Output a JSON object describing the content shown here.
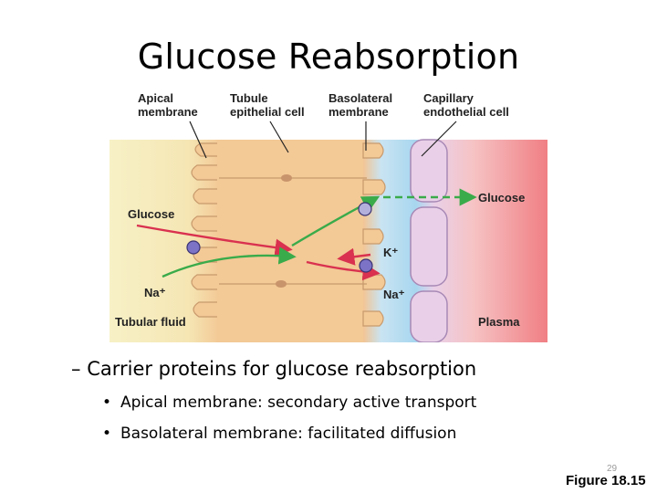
{
  "title": "Glucose Reabsorption",
  "diagram": {
    "top_labels": {
      "apical": "Apical\nmembrane",
      "tubule": "Tubule\nepithelial cell",
      "basolateral": "Basolateral\nmembrane",
      "capillary": "Capillary\nendothelial cell"
    },
    "labels": {
      "glucose_left": "Glucose",
      "glucose_right": "Glucose",
      "na_left": "Na⁺",
      "na_right": "Na⁺",
      "k": "K⁺",
      "tubular_fluid": "Tubular fluid",
      "plasma": "Plasma"
    },
    "colors": {
      "tubule_lumen": "#f6efc0",
      "cell": "#f3c996",
      "interstitial": "#a9d8f0",
      "capillary_wall": "#e8cfe8",
      "plasma": "#f28b8e",
      "glucose_arrow": "#3aab4a",
      "sodium_arrow": "#d9314f",
      "carrier": "#7c73c6"
    }
  },
  "bullets": {
    "main": "Carrier proteins for glucose reabsorption",
    "dash": "–",
    "items": [
      "Apical membrane: secondary active transport",
      "Basolateral membrane: facilitated diffusion"
    ],
    "dot": "•"
  },
  "footer": {
    "page_number": "29",
    "figure_ref": "Figure 18.15"
  }
}
